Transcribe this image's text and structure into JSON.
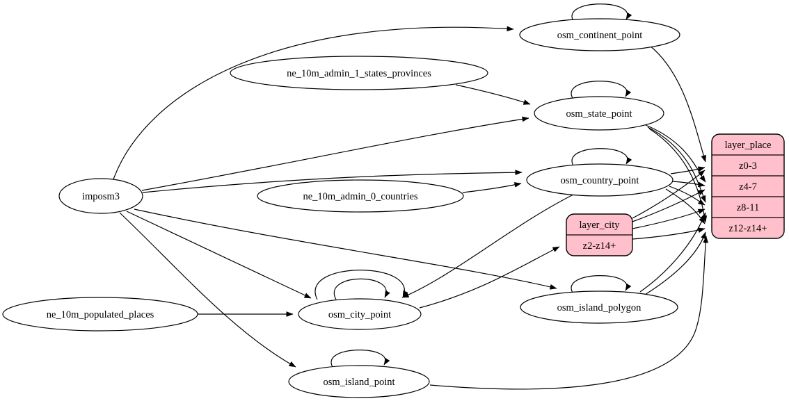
{
  "diagram": {
    "type": "graphviz-etl-dataflow",
    "background_color": "#ffffff",
    "edge_color": "#000000",
    "table_node_fill": "#ffffff",
    "layer_node_fill": "#ffc0cb",
    "nodes": {
      "imposm3": {
        "label": "imposm3",
        "shape": "ellipse"
      },
      "ne_10m_admin_1_states_provinces": {
        "label": "ne_10m_admin_1_states_provinces",
        "shape": "ellipse"
      },
      "ne_10m_admin_0_countries": {
        "label": "ne_10m_admin_0_countries",
        "shape": "ellipse"
      },
      "ne_10m_populated_places": {
        "label": "ne_10m_populated_places",
        "shape": "ellipse"
      },
      "osm_continent_point": {
        "label": "osm_continent_point",
        "shape": "ellipse"
      },
      "osm_state_point": {
        "label": "osm_state_point",
        "shape": "ellipse"
      },
      "osm_country_point": {
        "label": "osm_country_point",
        "shape": "ellipse"
      },
      "osm_city_point": {
        "label": "osm_city_point",
        "shape": "ellipse"
      },
      "osm_island_polygon": {
        "label": "osm_island_polygon",
        "shape": "ellipse"
      },
      "osm_island_point": {
        "label": "osm_island_point",
        "shape": "ellipse"
      },
      "layer_city": {
        "title": "layer_city",
        "rows": [
          "z2-z14+"
        ],
        "shape": "record"
      },
      "layer_place": {
        "title": "layer_place",
        "rows": [
          "z0-3",
          "z4-7",
          "z8-11",
          "z12-z14+"
        ],
        "shape": "record"
      }
    },
    "edges": [
      {
        "from": "imposm3",
        "to": "osm_continent_point"
      },
      {
        "from": "imposm3",
        "to": "osm_state_point"
      },
      {
        "from": "imposm3",
        "to": "osm_country_point"
      },
      {
        "from": "imposm3",
        "to": "osm_city_point"
      },
      {
        "from": "imposm3",
        "to": "osm_island_polygon"
      },
      {
        "from": "imposm3",
        "to": "osm_island_point"
      },
      {
        "from": "ne_10m_admin_1_states_provinces",
        "to": "osm_state_point"
      },
      {
        "from": "ne_10m_admin_0_countries",
        "to": "osm_country_point"
      },
      {
        "from": "ne_10m_populated_places",
        "to": "osm_city_point"
      },
      {
        "from": "osm_continent_point",
        "to": "osm_continent_point",
        "self_loop": true
      },
      {
        "from": "osm_state_point",
        "to": "osm_state_point",
        "self_loop": true
      },
      {
        "from": "osm_country_point",
        "to": "osm_country_point",
        "self_loop": true
      },
      {
        "from": "osm_city_point",
        "to": "osm_city_point",
        "self_loop": true
      },
      {
        "from": "osm_city_point",
        "to": "osm_city_point",
        "self_loop": true
      },
      {
        "from": "osm_island_polygon",
        "to": "osm_island_polygon",
        "self_loop": true
      },
      {
        "from": "osm_island_point",
        "to": "osm_island_point",
        "self_loop": true
      },
      {
        "from": "osm_country_point",
        "to": "osm_city_point"
      },
      {
        "from": "osm_city_point",
        "to": "layer_city",
        "to_port": "z2-z14+"
      },
      {
        "from": "osm_continent_point",
        "to": "layer_place",
        "to_port": "z0-3"
      },
      {
        "from": "osm_country_point",
        "to": "layer_place",
        "to_port": "z0-3"
      },
      {
        "from": "osm_country_point",
        "to": "layer_place",
        "to_port": "z4-7"
      },
      {
        "from": "osm_country_point",
        "to": "layer_place",
        "to_port": "z8-11"
      },
      {
        "from": "osm_country_point",
        "to": "layer_place",
        "to_port": "z12-z14+"
      },
      {
        "from": "osm_state_point",
        "to": "layer_place",
        "to_port": "z4-7"
      },
      {
        "from": "osm_state_point",
        "to": "layer_place",
        "to_port": "z8-11"
      },
      {
        "from": "osm_state_point",
        "to": "layer_place",
        "to_port": "z12-z14+"
      },
      {
        "from": "layer_city",
        "to": "layer_place",
        "to_port": "z0-3"
      },
      {
        "from": "layer_city",
        "to": "layer_place",
        "to_port": "z4-7"
      },
      {
        "from": "layer_city",
        "to": "layer_place",
        "to_port": "z8-11"
      },
      {
        "from": "layer_city",
        "to": "layer_place",
        "to_port": "z12-z14+"
      },
      {
        "from": "osm_island_polygon",
        "to": "layer_place",
        "to_port": "z8-11"
      },
      {
        "from": "osm_island_polygon",
        "to": "layer_place",
        "to_port": "z12-z14+"
      },
      {
        "from": "osm_island_point",
        "to": "layer_place",
        "to_port": "z12-z14+"
      }
    ]
  }
}
